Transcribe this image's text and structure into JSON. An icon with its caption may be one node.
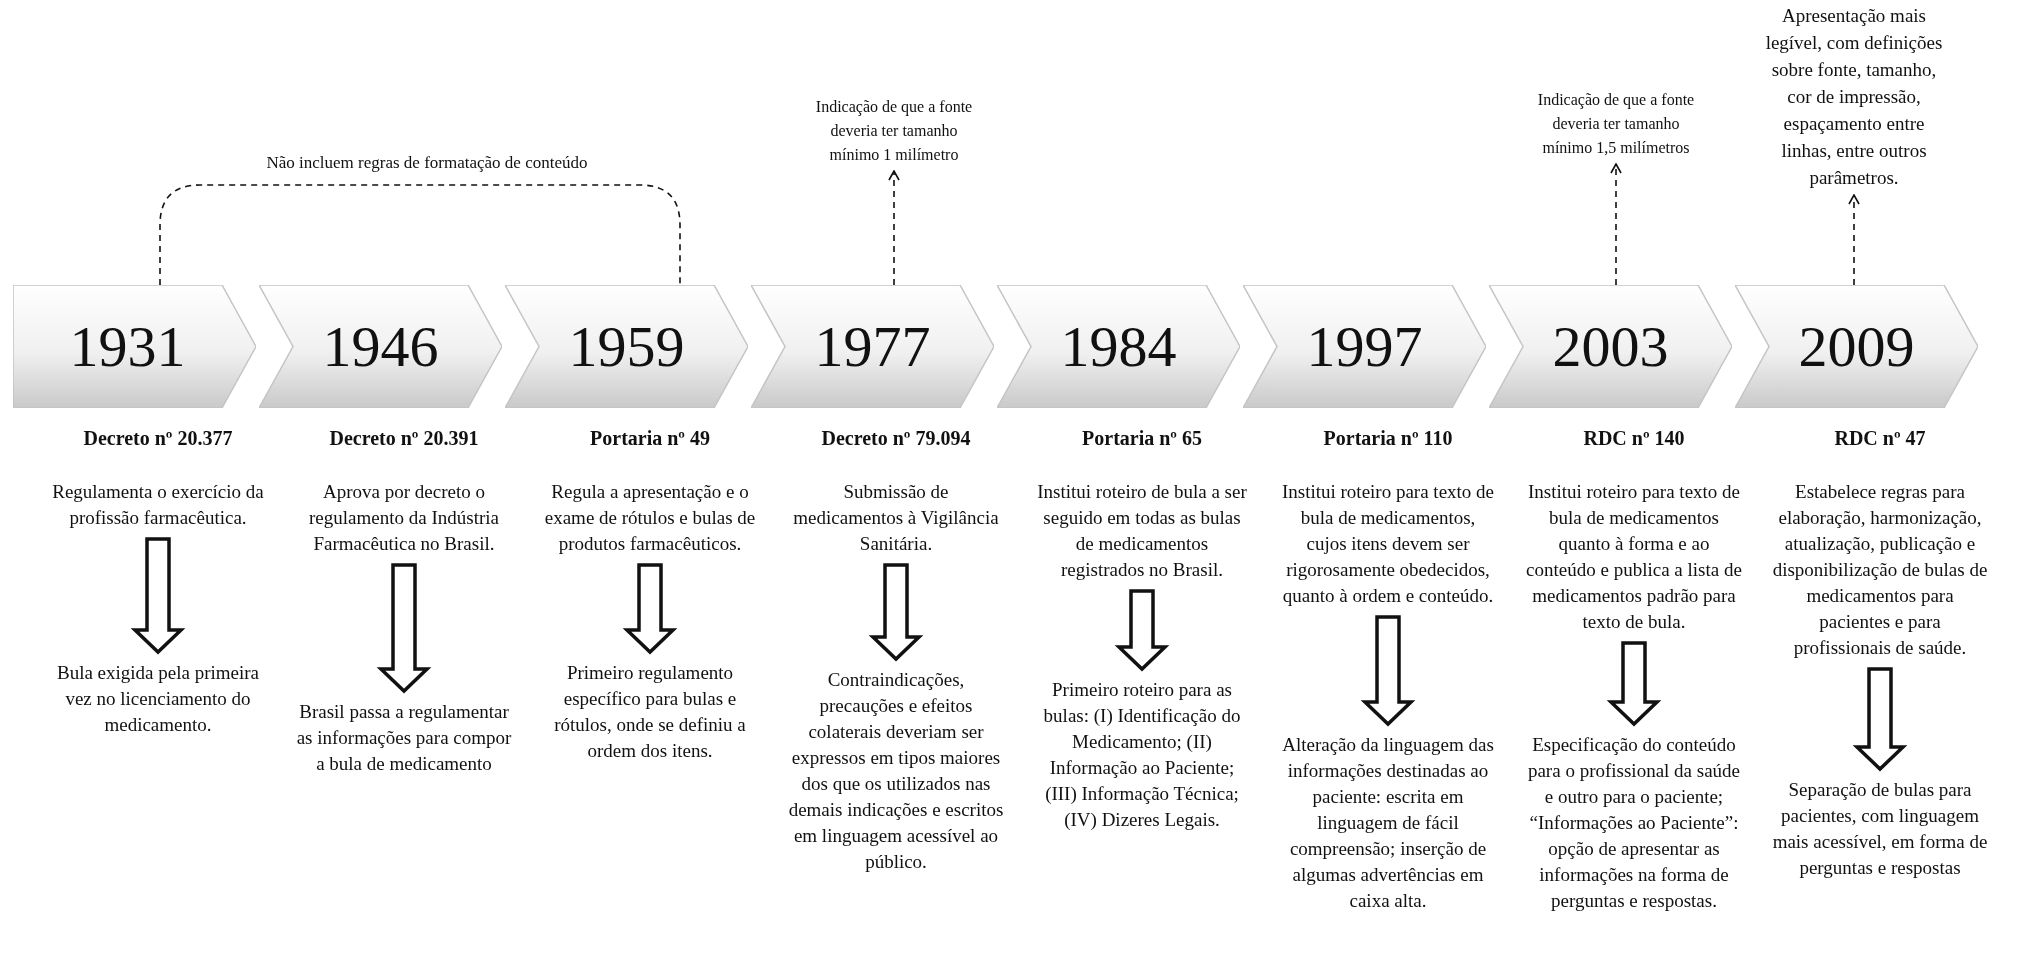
{
  "diagram": {
    "nodes": [
      {
        "text": [
          "1931"
        ]
      },
      {
        "text": [
          "1946"
        ]
      },
      {
        "text": [
          "1959"
        ]
      },
      {
        "text": [
          "1977"
        ]
      },
      {
        "text": [
          "1984"
        ]
      },
      {
        "text": [
          "1997"
        ]
      },
      {
        "text": [
          "2003"
        ]
      },
      {
        "text": [
          "2009"
        ]
      },
      {
        "text": [
          "Decreto nº 20.377",
          "Regulamenta o exercício da profissão farmacêutica."
        ]
      },
      {
        "text": [
          "Decreto nº 20.391",
          "Aprova por decreto o regulamento da Indústria Farmacêutica no Brasil."
        ]
      },
      {
        "text": [
          "Portaria nº 49",
          "Regula a apresentação e o exame de rótulos e bulas de produtos farmacêuticos."
        ]
      },
      {
        "text": [
          "Decreto nº 79.094",
          "Submissão de medicamentos à Vigilância Sanitária."
        ]
      },
      {
        "text": [
          "Portaria nº 65",
          "Institui roteiro de bula a ser seguido em todas as bulas de medicamentos registrados no Brasil."
        ]
      },
      {
        "text": [
          "Portaria nº 110",
          "Institui roteiro para texto de bula de medicamentos, cujos itens devem ser rigorosamente obedecidos, quanto à ordem e conteúdo."
        ]
      },
      {
        "text": [
          "RDC nº 140",
          "Institui roteiro para texto de bula de medicamentos quanto à forma e ao conteúdo e publica a lista de medicamentos padrão para texto de bula."
        ]
      },
      {
        "text": [
          "RDC nº 47",
          "Estabelece regras para elaboração, harmonização, atualização, publicação e disponibilização de bulas de medicamentos para pacientes e para profissionais de saúde."
        ]
      },
      {
        "text": [
          "Bula exigida pela primeira vez no licenciamento do medicamento."
        ]
      },
      {
        "text": [
          "Brasil passa a regulamentar as informações para compor a bula de medicamento"
        ]
      },
      {
        "text": [
          "Primeiro regulamento específico para bulas e rótulos, onde se definiu a ordem dos itens."
        ]
      },
      {
        "text": [
          "Contraindicações, precauções e efeitos colaterais deveriam ser expressos em tipos maiores dos que os utilizados nas demais indicações e escritos em linguagem acessível ao público."
        ]
      },
      {
        "text": [
          "Primeiro roteiro para as bulas: (I) Identificação do Medicamento; (II) Informação ao Paciente; (III) Informação Técnica; (IV) Dizeres Legais."
        ]
      },
      {
        "text": [
          "Alteração da linguagem das informações destinadas ao paciente: escrita em linguagem de fácil compreensão; inserção de algumas advertências em caixa alta."
        ]
      },
      {
        "text": [
          "Especificação do conteúdo para o profissional da saúde e outro para o paciente; “Informações ao Paciente”: opção de apresentar as informações na forma de perguntas e respostas."
        ]
      },
      {
        "text": [
          "Separação de bulas para pacientes, com linguagem mais acessível, em forma de perguntas e respostas"
        ]
      },
      {
        "text": [
          "Indicação de que a fonte deveria ter tamanho mínimo 1 milímetro"
        ]
      },
      {
        "text": [
          "Indicação de que a fonte deveria ter tamanho mínimo 1,5 milímetros"
        ]
      },
      {
        "text": [
          "Apresentação mais legível, com definições sobre fonte, tamanho, cor de impressão, espaçamento entre linhas, entre outros parâmetros."
        ]
      }
    ],
    "edges": [
      {
        "from": 0,
        "to": 2,
        "arrow": "none",
        "style": "dashed",
        "label": "Não incluem regras de formatação de conteúdo"
      },
      {
        "from": 3,
        "to": 24,
        "arrow": "to",
        "style": "dashed"
      },
      {
        "from": 6,
        "to": 25,
        "arrow": "to",
        "style": "dashed"
      },
      {
        "from": 7,
        "to": 26,
        "arrow": "to",
        "style": "dashed"
      },
      {
        "from": 8,
        "to": 16,
        "arrow": "to"
      },
      {
        "from": 9,
        "to": 17,
        "arrow": "to"
      },
      {
        "from": 10,
        "to": 18,
        "arrow": "to"
      },
      {
        "from": 11,
        "to": 19,
        "arrow": "to"
      },
      {
        "from": 12,
        "to": 20,
        "arrow": "to"
      },
      {
        "from": 13,
        "to": 21,
        "arrow": "to"
      },
      {
        "from": 14,
        "to": 22,
        "arrow": "to"
      },
      {
        "from": 15,
        "to": 23,
        "arrow": "to"
      }
    ]
  }
}
